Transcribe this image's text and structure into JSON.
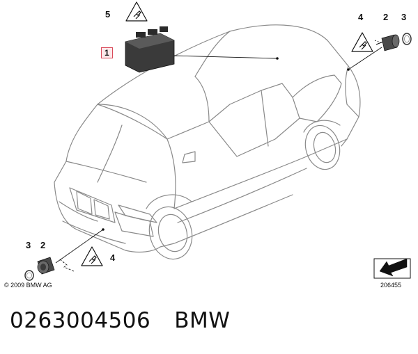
{
  "callouts": {
    "control_unit": "1",
    "rear_sensor": "2",
    "rear_ring": "3",
    "rear_harness": "4",
    "unit_harness": "5",
    "front_ring": "3",
    "front_sensor": "2",
    "front_harness": "4"
  },
  "copyright": "© 2009 BMW AG",
  "diagram_ref": "206455",
  "footer": {
    "part_number": "0263004506",
    "brand": "BMW"
  },
  "colors": {
    "outline": "#8a8a8a",
    "part_dark": "#3a3a3a",
    "highlight_border": "#d94a5a",
    "highlight_fill": "#fde8ea"
  },
  "icons": {
    "harness_warning": "plug-warning-triangle-icon",
    "direction": "arrow-direction-icon"
  }
}
